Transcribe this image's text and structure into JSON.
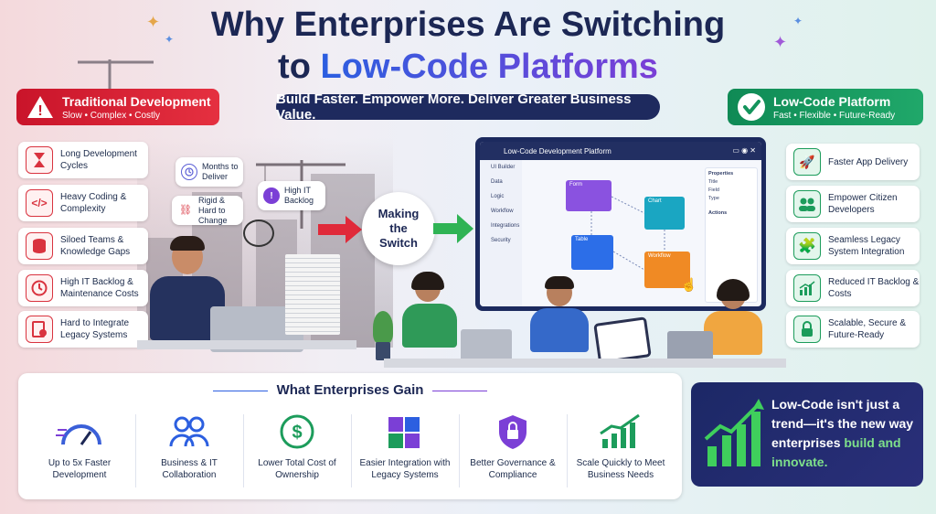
{
  "title": {
    "line1": "Why Enterprises Are Switching",
    "line2_plain": "to ",
    "line2_highlight": "Low-Code Platforms"
  },
  "tagline": "Build Faster. Empower More. Deliver Greater Business Value.",
  "traditional": {
    "heading": "Traditional Development",
    "subheading": "Slow • Complex • Costly",
    "items": [
      {
        "label": "Long Development Cycles",
        "icon": "hourglass-icon"
      },
      {
        "label": "Heavy Coding & Complexity",
        "icon": "code-icon"
      },
      {
        "label": "Siloed Teams & Knowledge Gaps",
        "icon": "database-icon"
      },
      {
        "label": "High IT Backlog & Maintenance Costs",
        "icon": "clock-icon"
      },
      {
        "label": "Hard to Integrate Legacy Systems",
        "icon": "document-warning-icon"
      }
    ]
  },
  "bubbles": {
    "months": "Months to Deliver",
    "rigid": "Rigid & Hard to Change",
    "backlog": "High IT Backlog"
  },
  "switch_label": "Making the Switch",
  "platform_screen": {
    "title": "Low-Code Development Platform",
    "nav": [
      "UI Builder",
      "Data",
      "Logic",
      "Workflow",
      "Integrations",
      "Security"
    ],
    "nodes": {
      "form": "Form",
      "chart": "Chart",
      "table": "Table",
      "workflow": "Workflow"
    },
    "props_title": "Properties",
    "props_fields": [
      "Title",
      "Field",
      "Type"
    ],
    "actions_title": "Actions"
  },
  "lowcode": {
    "heading": "Low-Code Platform",
    "subheading": "Fast • Flexible • Future-Ready",
    "items": [
      {
        "label": "Faster App Delivery",
        "icon": "rocket-icon"
      },
      {
        "label": "Empower Citizen Developers",
        "icon": "people-icon"
      },
      {
        "label": "Seamless Legacy System Integration",
        "icon": "puzzle-icon"
      },
      {
        "label": "Reduced IT Backlog & Costs",
        "icon": "chart-up-icon"
      },
      {
        "label": "Scalable, Secure & Future-Ready",
        "icon": "lock-icon"
      }
    ]
  },
  "gains": {
    "title": "What Enterprises Gain",
    "items": [
      {
        "label": "Up to 5x Faster Development",
        "icon": "speedometer-icon"
      },
      {
        "label": "Business & IT Collaboration",
        "icon": "team-icon"
      },
      {
        "label": "Lower Total Cost of Ownership",
        "icon": "dollar-icon"
      },
      {
        "label": "Easier Integration with Legacy Systems",
        "icon": "puzzle-icon"
      },
      {
        "label": "Better Governance & Compliance",
        "icon": "shield-icon"
      },
      {
        "label": "Scale Quickly to Meet Business Needs",
        "icon": "growth-chart-icon"
      }
    ]
  },
  "quote": {
    "text": "Low-Code isn't just a trend—it's the new way enterprises ",
    "highlight": "build and innovate."
  },
  "colors": {
    "navy": "#1c2754",
    "red": "#d9333f",
    "green": "#1c9c5b",
    "blue": "#2c5fe0",
    "purple": "#7b3fd6"
  }
}
